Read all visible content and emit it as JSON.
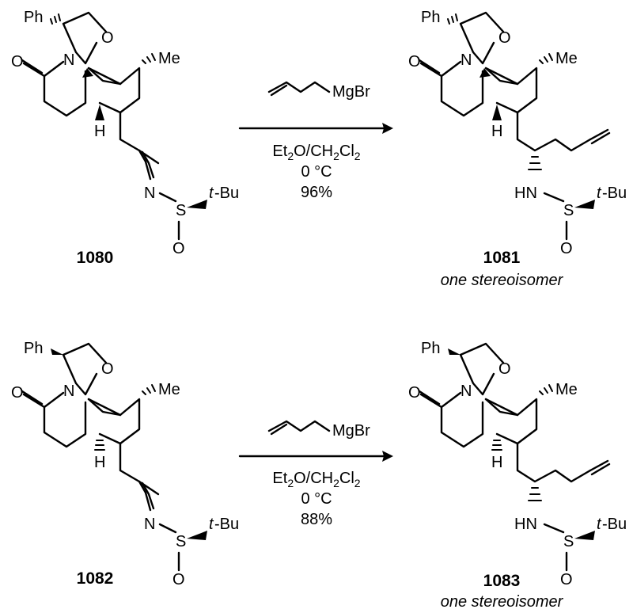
{
  "atoms": {
    "ph": "Ph",
    "o": "O",
    "n": "N",
    "h": "H",
    "me": "Me",
    "s": "S",
    "hn": "HN",
    "tbu_t": "t",
    "tbu_rest": "-Bu",
    "mgbr": "MgBr"
  },
  "reactions": [
    {
      "reactant_label": "1080",
      "product_label": "1081",
      "product_note": "one stereoisomer",
      "reagent": "MgBr",
      "solvent_parts": [
        "Et",
        "2",
        "O/CH",
        "2",
        "Cl",
        "2"
      ],
      "temperature": "0 °C",
      "yield": "96%"
    },
    {
      "reactant_label": "1082",
      "product_label": "1083",
      "product_note": "one stereoisomer",
      "reagent": "MgBr",
      "solvent_parts": [
        "Et",
        "2",
        "O/CH",
        "2",
        "Cl",
        "2"
      ],
      "temperature": "0 °C",
      "yield": "88%"
    }
  ]
}
